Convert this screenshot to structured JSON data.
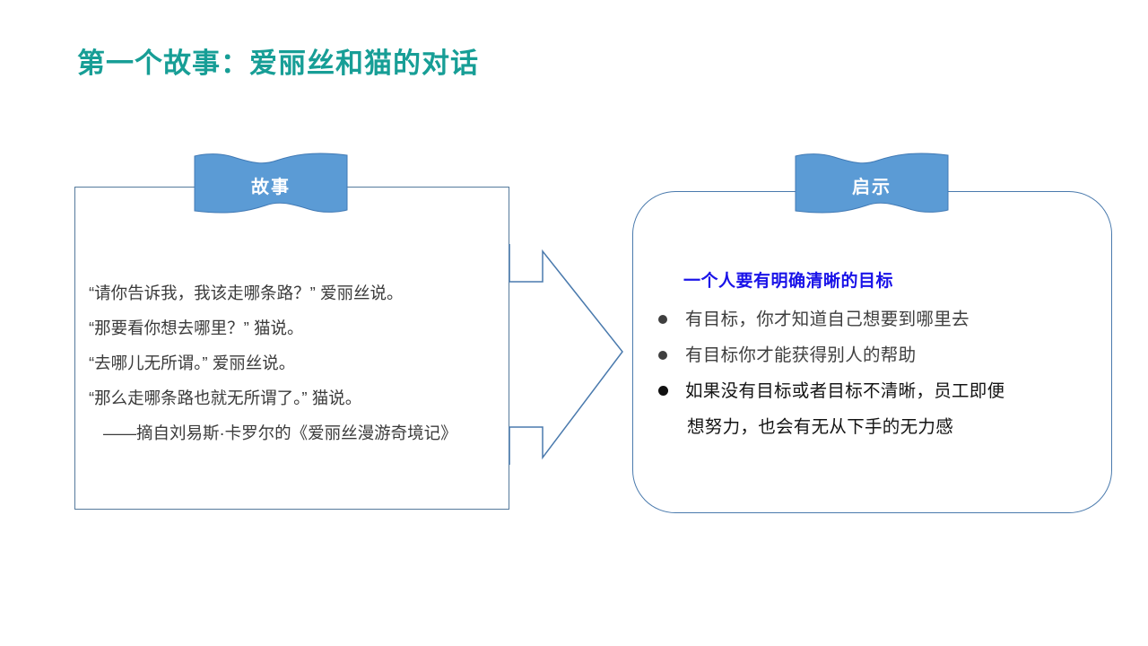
{
  "slide": {
    "title": "第一个故事：爱丽丝和猫的对话",
    "title_color": "#179e96",
    "background": "#ffffff"
  },
  "story_panel": {
    "ribbon_label": "故事",
    "ribbon_color": "#5b9bd5",
    "border_color": "#557a9c",
    "lines": [
      "“请你告诉我，我该走哪条路？” 爱丽丝说。",
      "“那要看你想去哪里？” 猫说。",
      "“去哪儿无所谓。” 爱丽丝说。",
      "“那么走哪条路也就无所谓了。” 猫说。"
    ],
    "attribution": "——摘自刘易斯·卡罗尔的《爱丽丝漫游奇境记》"
  },
  "reveal_panel": {
    "ribbon_label": "启示",
    "ribbon_color": "#5b9bd5",
    "border_color": "#4a7aad",
    "heading": "一个人要有明确清晰的目标",
    "heading_color": "#1a13e8",
    "bullets": [
      {
        "text": "有目标，你才知道自己想要到哪里去",
        "emphasis": false
      },
      {
        "text": "有目标你才能获得别人的帮助",
        "emphasis": false
      },
      {
        "text": "如果没有目标或者目标不清晰，员工即便",
        "line2": "想努力，也会有无从下手的无力感",
        "emphasis": true
      }
    ]
  },
  "arrow": {
    "name": "right-arrow",
    "stroke_color": "#4a7aad",
    "fill": "none"
  }
}
